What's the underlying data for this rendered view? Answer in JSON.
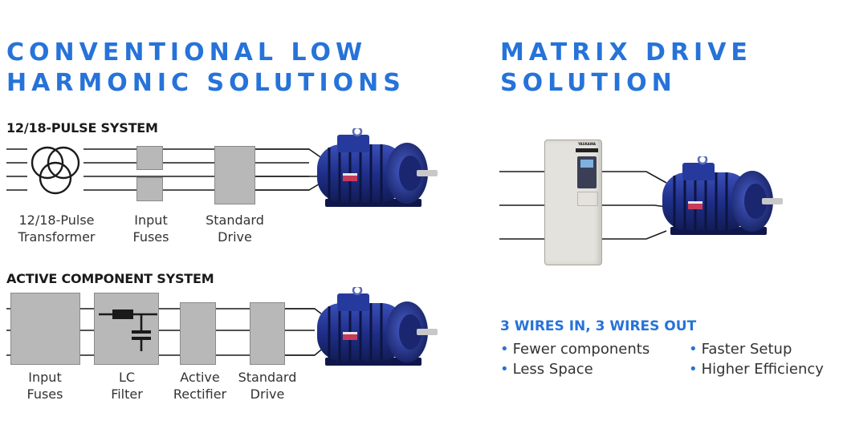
{
  "left": {
    "title_line1": "CONVENTIONAL LOW",
    "title_line2": "HARMONIC SOLUTIONS",
    "pulse_system": {
      "heading": "12/18-PULSE SYSTEM",
      "labels": {
        "transformer": [
          "12/18-Pulse",
          "Transformer"
        ],
        "fuses": [
          "Input",
          "Fuses"
        ],
        "drive": [
          "Standard",
          "Drive"
        ]
      }
    },
    "active_system": {
      "heading": "ACTIVE COMPONENT SYSTEM",
      "labels": {
        "fuses": [
          "Input",
          "Fuses"
        ],
        "filter": [
          "LC",
          "Filter"
        ],
        "rectifier": [
          "Active",
          "Rectifier"
        ],
        "drive": [
          "Standard",
          "Drive"
        ]
      }
    }
  },
  "right": {
    "title_line1": "MATRIX DRIVE",
    "title_line2": "SOLUTION",
    "drive_brand": "YASKAWA",
    "tagline": "3 WIRES IN, 3 WIRES OUT",
    "bullets_col1": [
      "Fewer components",
      "Less Space"
    ],
    "bullets_col2": [
      "Faster Setup",
      "Higher Efficiency"
    ]
  },
  "colors": {
    "accent": "#2673d9",
    "box": "#b8b8b8",
    "motor": "#1f2f8a",
    "wire": "#1a1a1a"
  },
  "icons": [
    "transformer-symbol-icon",
    "lc-filter-symbol-icon",
    "electric-motor-icon",
    "matrix-drive-cabinet-icon"
  ]
}
